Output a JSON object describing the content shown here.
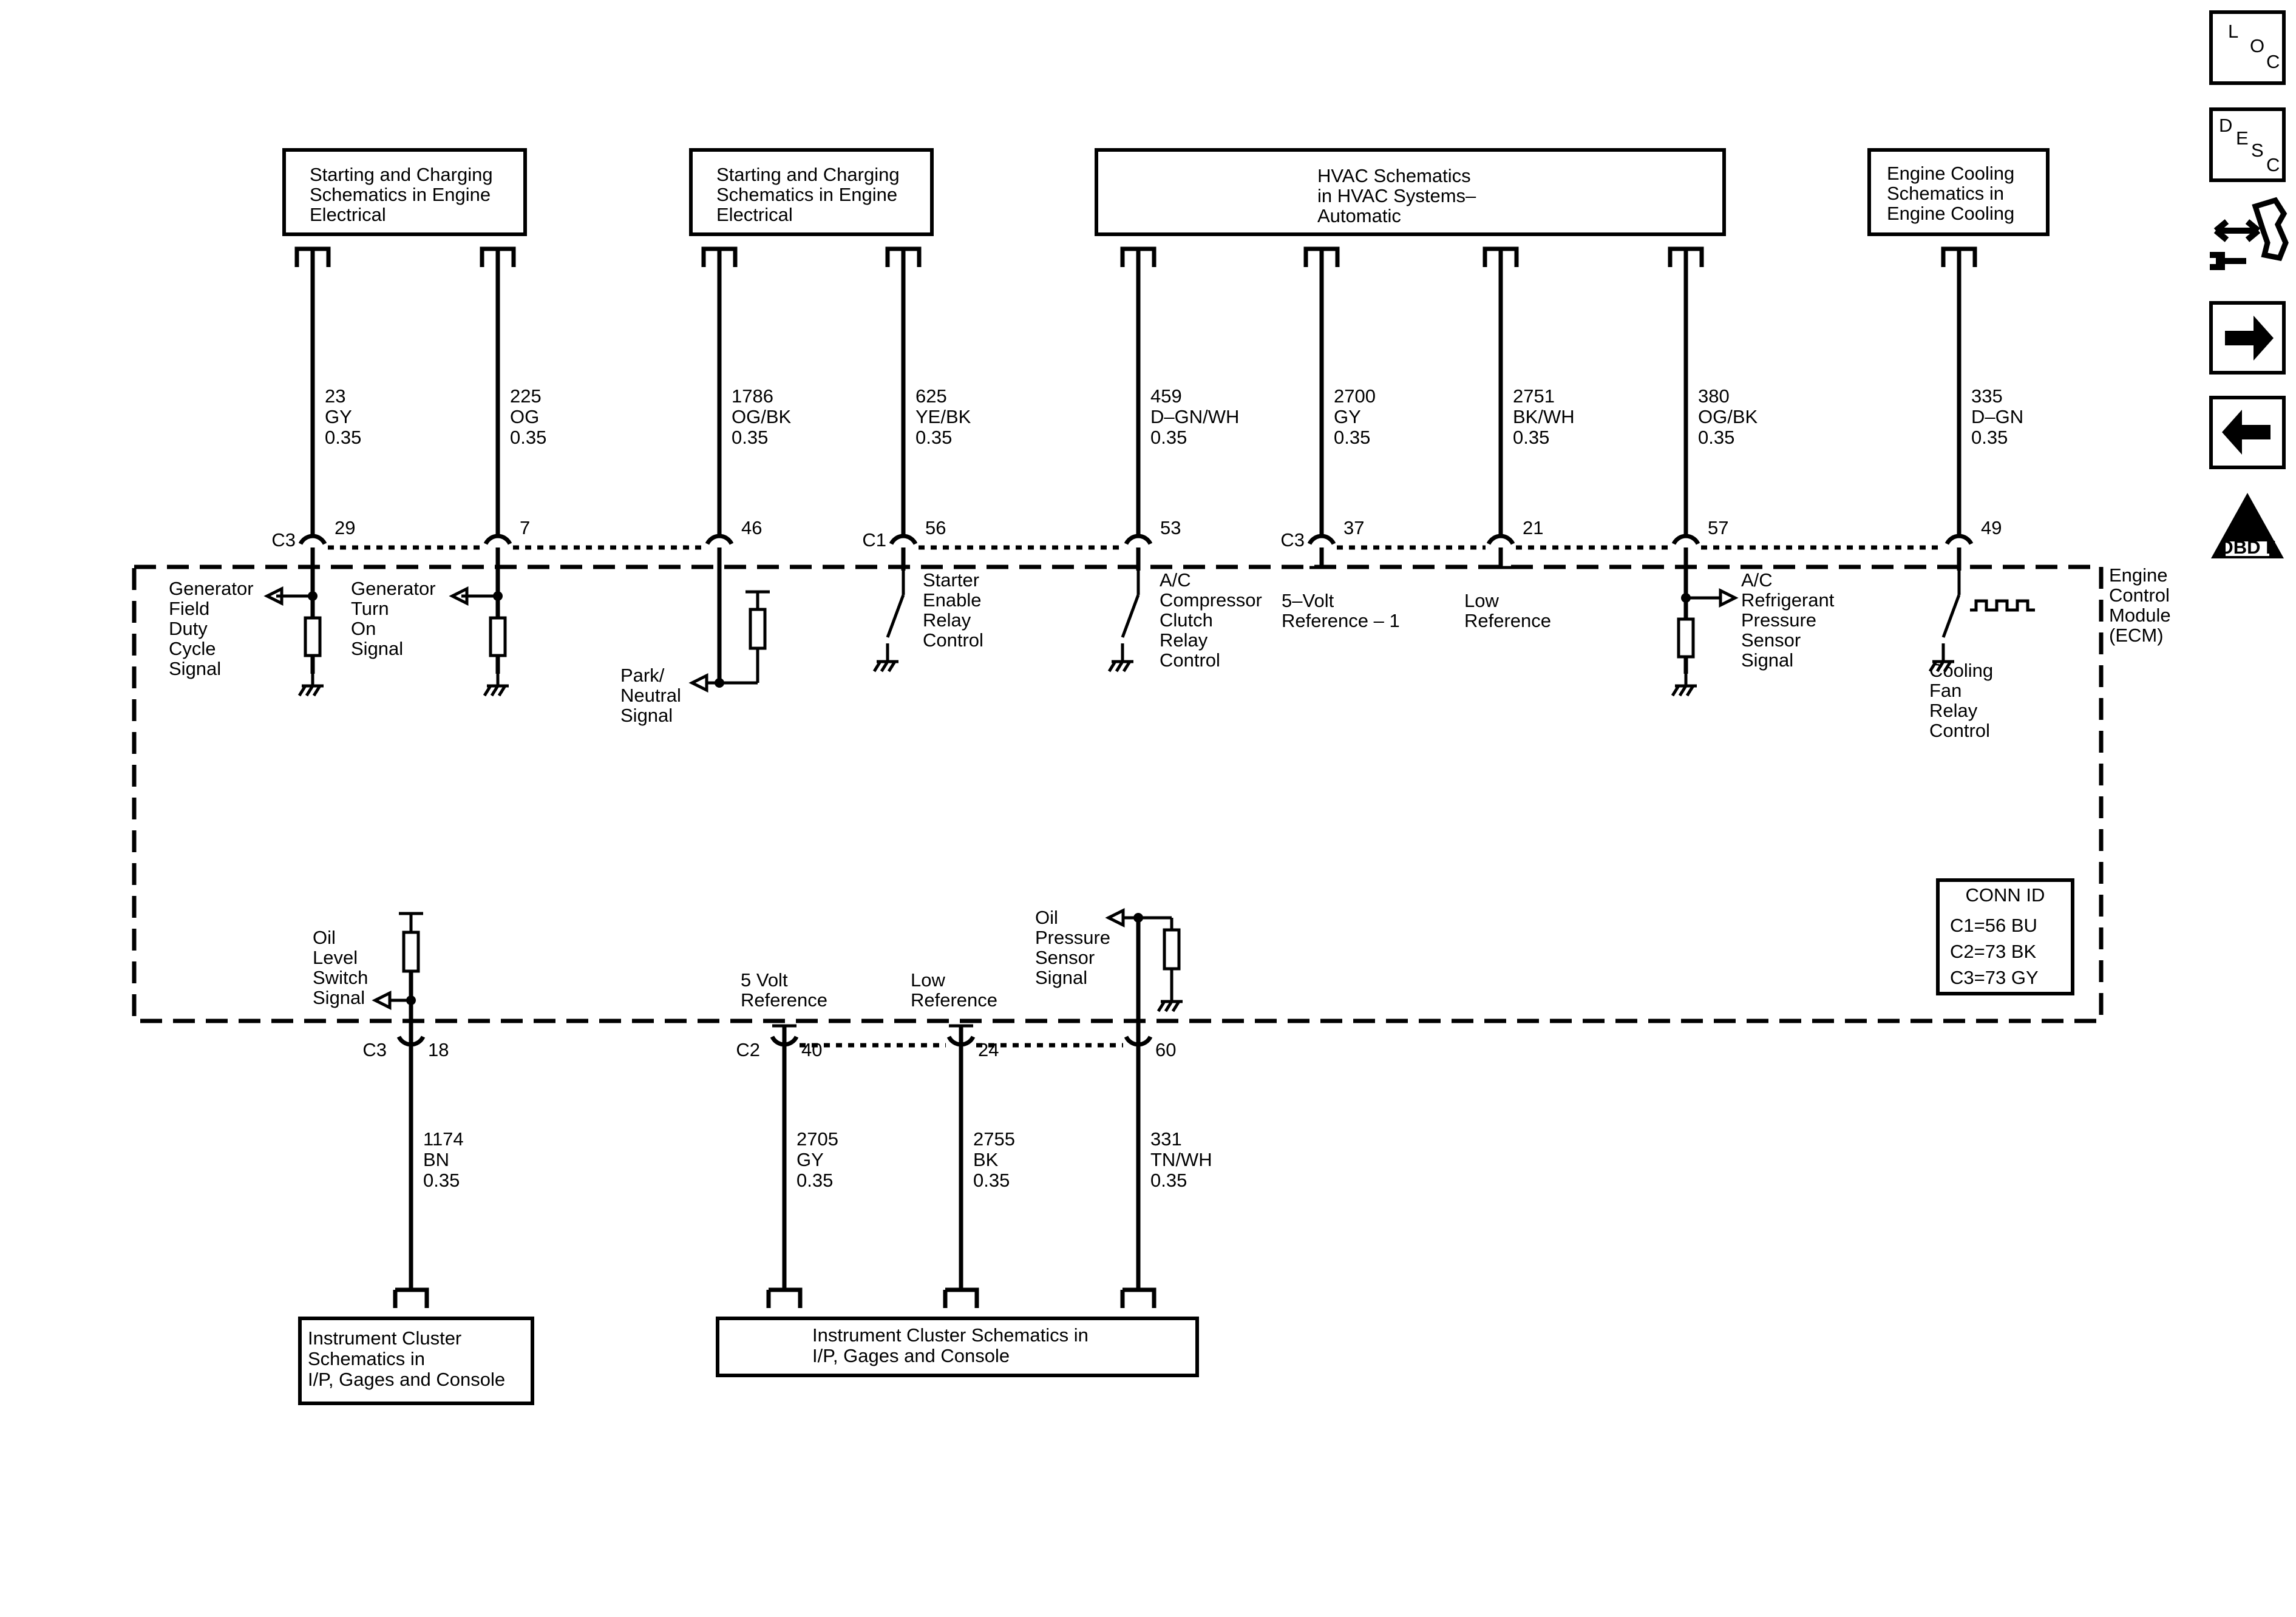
{
  "top_boxes": [
    {
      "lines": [
        "Starting and Charging",
        "Schematics in Engine",
        "Electrical"
      ]
    },
    {
      "lines": [
        "Starting and Charging",
        "Schematics in Engine",
        "Electrical"
      ]
    },
    {
      "lines": [
        "HVAC Schematics",
        "in HVAC Systems–",
        "Automatic"
      ]
    },
    {
      "lines": [
        "Engine Cooling",
        "Schematics in",
        "Engine Cooling"
      ]
    }
  ],
  "bottom_boxes": [
    {
      "lines": [
        "Instrument Cluster",
        "Schematics in",
        "I/P, Gages and Console"
      ]
    },
    {
      "lines": [
        "Instrument Cluster Schematics in",
        "I/P, Gages and Console"
      ]
    }
  ],
  "top_wires": [
    {
      "circuit": "23",
      "color": "GY",
      "size": "0.35",
      "pin": "29",
      "connector": "C3",
      "function": [
        "Generator",
        "Field",
        "Duty",
        "Cycle",
        "Signal"
      ]
    },
    {
      "circuit": "225",
      "color": "OG",
      "size": "0.35",
      "pin": "7",
      "connector": "",
      "function": [
        "Generator",
        "Turn",
        "On",
        "Signal"
      ]
    },
    {
      "circuit": "1786",
      "color": "OG/BK",
      "size": "0.35",
      "pin": "46",
      "connector": "",
      "function": [
        "Park/",
        "Neutral",
        "Signal"
      ]
    },
    {
      "circuit": "625",
      "color": "YE/BK",
      "size": "0.35",
      "pin": "56",
      "connector": "C1",
      "function": [
        "Starter",
        "Enable",
        "Relay",
        "Control"
      ]
    },
    {
      "circuit": "459",
      "color": "D–GN/WH",
      "size": "0.35",
      "pin": "53",
      "connector": "",
      "function": [
        "A/C",
        "Compressor",
        "Clutch",
        "Relay",
        "Control"
      ]
    },
    {
      "circuit": "2700",
      "color": "GY",
      "size": "0.35",
      "pin": "37",
      "connector": "C3",
      "function": [
        "5–Volt",
        "Reference – 1"
      ]
    },
    {
      "circuit": "2751",
      "color": "BK/WH",
      "size": "0.35",
      "pin": "21",
      "connector": "",
      "function": [
        "Low",
        "Reference"
      ]
    },
    {
      "circuit": "380",
      "color": "OG/BK",
      "size": "0.35",
      "pin": "57",
      "connector": "",
      "function": [
        "A/C",
        "Refrigerant",
        "Pressure",
        "Sensor",
        "Signal"
      ]
    },
    {
      "circuit": "335",
      "color": "D–GN",
      "size": "0.35",
      "pin": "49",
      "connector": "",
      "function": [
        "Cooling",
        "Fan",
        "Relay",
        "Control"
      ]
    }
  ],
  "bottom_wires": [
    {
      "circuit": "1174",
      "color": "BN",
      "size": "0.35",
      "pin": "18",
      "connector": "C3",
      "function": [
        "Oil",
        "Level",
        "Switch",
        "Signal"
      ]
    },
    {
      "circuit": "2705",
      "color": "GY",
      "size": "0.35",
      "pin": "40",
      "connector": "C2",
      "function": [
        "5 Volt",
        "Reference"
      ]
    },
    {
      "circuit": "2755",
      "color": "BK",
      "size": "0.35",
      "pin": "24",
      "connector": "",
      "function": [
        "Low",
        "Reference"
      ]
    },
    {
      "circuit": "331",
      "color": "TN/WH",
      "size": "0.35",
      "pin": "60",
      "connector": "",
      "function": [
        "Oil",
        "Pressure",
        "Sensor",
        "Signal"
      ]
    }
  ],
  "module": {
    "lines": [
      "Engine",
      "Control",
      "Module",
      "(ECM)"
    ]
  },
  "conn_id": {
    "title": "CONN ID",
    "rows": [
      "C1=56 BU",
      "C2=73 BK",
      "C3=73 GY"
    ]
  },
  "side_icons": [
    {
      "name": "loc-icon",
      "letters": [
        "L",
        "O",
        "C"
      ]
    },
    {
      "name": "desc-icon",
      "letters": [
        "D",
        "E",
        "S",
        "C"
      ]
    },
    {
      "name": "diagnostic-icon"
    },
    {
      "name": "next-arrow-icon"
    },
    {
      "name": "prev-arrow-icon"
    },
    {
      "name": "obd-ii-icon",
      "label": "OBD II",
      "numeral": "II"
    }
  ]
}
